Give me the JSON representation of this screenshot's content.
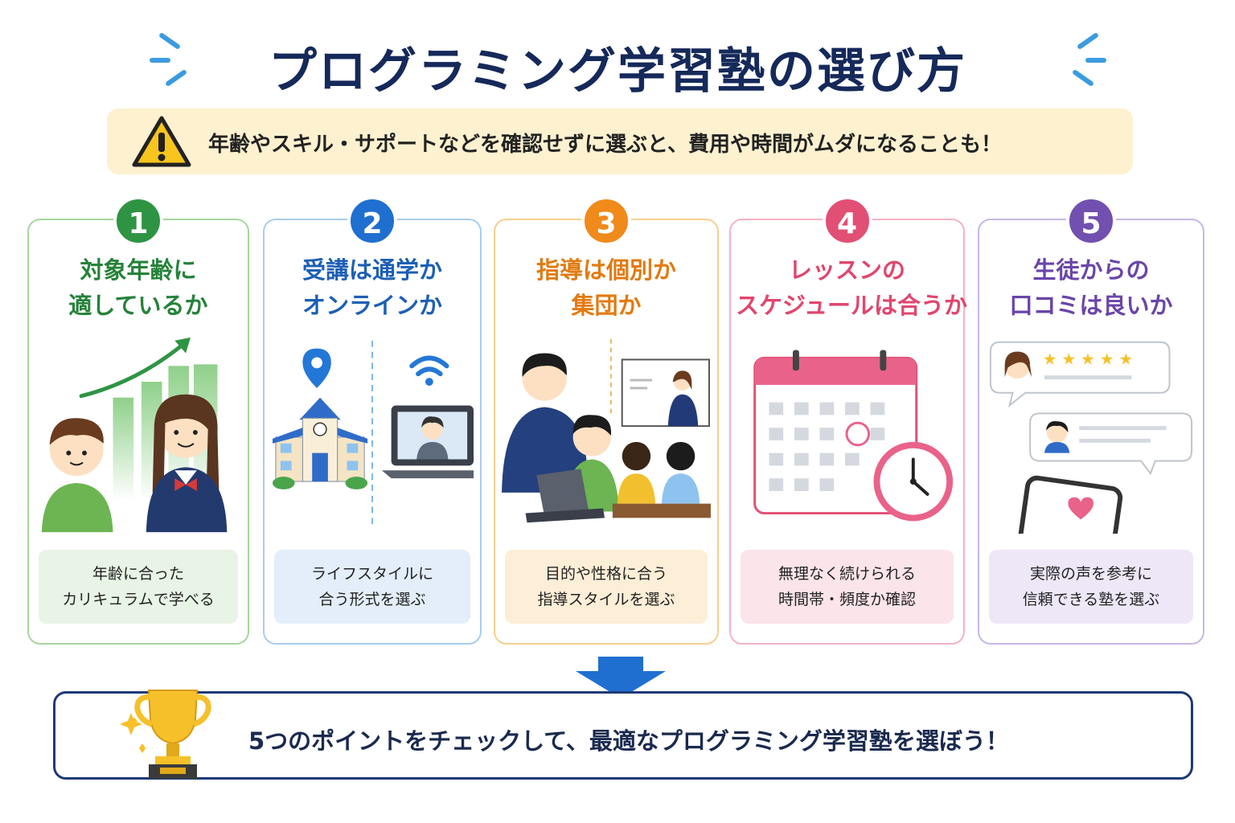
{
  "header": {
    "title": "プログラミング学習塾の選び方",
    "accent_color": "#3b9be0"
  },
  "warning": {
    "icon": "warning-triangle-icon",
    "text": "年齢やスキル・サポートなどを確認せずに選ぶと、費用や時間がムダになることも！"
  },
  "cards": [
    {
      "number": "1",
      "title_line1": "対象年齢に",
      "title_line2": "適しているか",
      "note_line1": "年齢に合った",
      "note_line2": "カリキュラムで学べる",
      "color": "#2e9444",
      "icon": "growth-chart-children-icon"
    },
    {
      "number": "2",
      "title_line1": "受講は通学か",
      "title_line2": "オンラインか",
      "note_line1": "ライフスタイルに",
      "note_line2": "合う形式を選ぶ",
      "color": "#1f6fd0",
      "icon": "school-and-laptop-icon"
    },
    {
      "number": "3",
      "title_line1": "指導は個別か",
      "title_line2": "集団か",
      "note_line1": "目的や性格に合う",
      "note_line2": "指導スタイルを選ぶ",
      "color": "#ef8a1b",
      "icon": "teacher-students-icon"
    },
    {
      "number": "4",
      "title_line1": "レッスンの",
      "title_line2": "スケジュールは合うか",
      "note_line1": "無理なく続けられる",
      "note_line2": "時間帯・頻度か確認",
      "color": "#e24f75",
      "icon": "calendar-clock-icon"
    },
    {
      "number": "5",
      "title_line1": "生徒からの",
      "title_line2": "口コミは良いか",
      "note_line1": "実際の声を参考に",
      "note_line2": "信頼できる塾を選ぶ",
      "color": "#7150b0",
      "icon": "reviews-icon"
    }
  ],
  "conclusion": {
    "icon": "trophy-icon",
    "text": "5つのポイントをチェックして、最適なプログラミング学習塾を選ぼう！"
  }
}
